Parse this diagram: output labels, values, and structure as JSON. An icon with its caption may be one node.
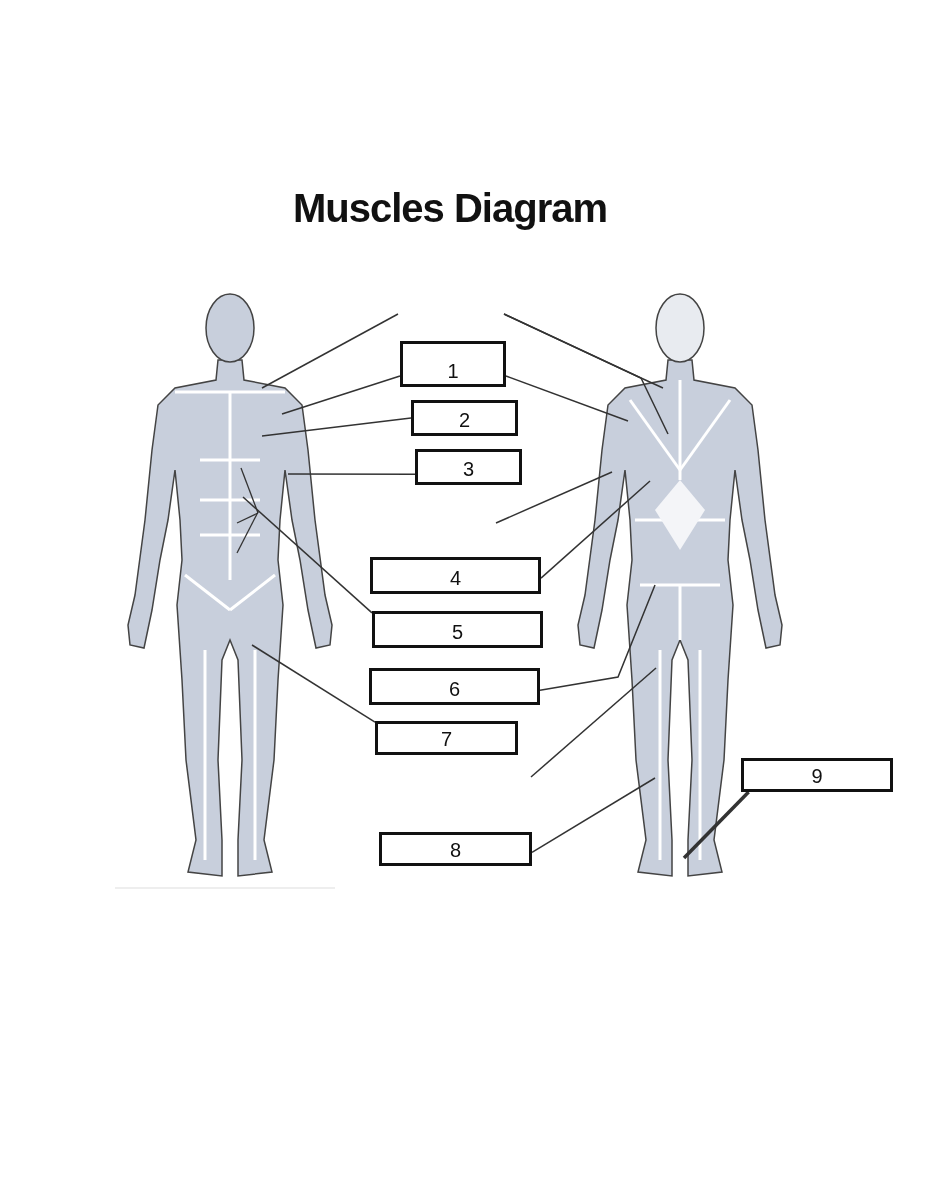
{
  "diagram": {
    "title": "Muscles Diagram",
    "nodes": [
      {
        "text": [
          "1"
        ]
      },
      {
        "text": [
          "2"
        ]
      },
      {
        "text": [
          "3"
        ]
      },
      {
        "text": [
          "4"
        ]
      },
      {
        "text": [
          "5"
        ]
      },
      {
        "text": [
          "6"
        ]
      },
      {
        "text": [
          "7"
        ]
      },
      {
        "text": [
          "8"
        ]
      },
      {
        "text": [
          "9"
        ]
      },
      {
        "text": [],
        "shape": "picture"
      },
      {
        "text": [],
        "shape": "picture"
      }
    ],
    "edges": [
      {
        "from": 0,
        "to": 9,
        "arrow": "none"
      },
      {
        "from": 0,
        "to": 10,
        "arrow": "none"
      },
      {
        "from": 1,
        "to": 9,
        "arrow": "none"
      },
      {
        "from": 2,
        "to": 9,
        "arrow": "none"
      },
      {
        "from": 3,
        "to": 10,
        "arrow": "none"
      },
      {
        "from": 4,
        "to": 9,
        "arrow": "none"
      },
      {
        "from": 5,
        "to": 10,
        "arrow": "none"
      },
      {
        "from": 6,
        "to": 9,
        "arrow": "none"
      },
      {
        "from": 7,
        "to": 10,
        "arrow": "none"
      },
      {
        "from": 8,
        "to": 10,
        "arrow": "none",
        "style": "thick"
      },
      {
        "from": null,
        "to": 9,
        "arrow": "none"
      },
      {
        "from": null,
        "to": 10,
        "arrow": "none"
      },
      {
        "from": null,
        "to": 10,
        "arrow": "none"
      },
      {
        "from": null,
        "to": 10,
        "arrow": "none"
      },
      {
        "from": null,
        "to": 10,
        "arrow": "none"
      }
    ]
  }
}
